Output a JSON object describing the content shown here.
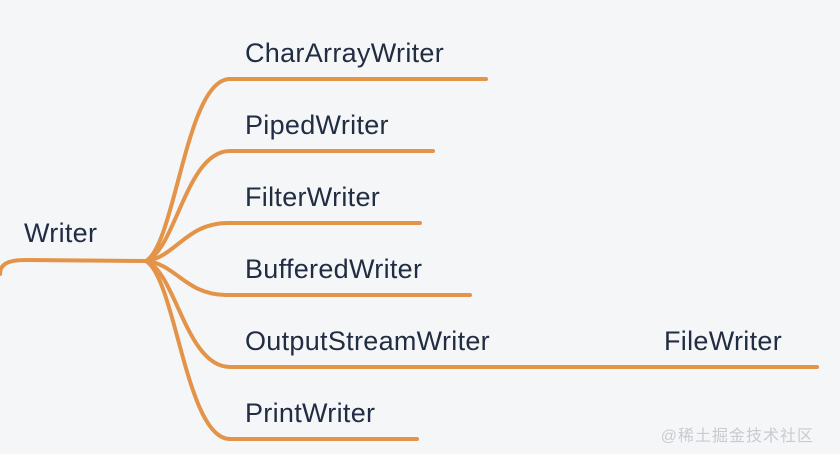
{
  "diagram": {
    "type": "mindmap",
    "topic": "Java Writer class hierarchy",
    "root": {
      "label": "Writer"
    },
    "children": [
      {
        "label": "CharArrayWriter",
        "children": []
      },
      {
        "label": "PipedWriter",
        "children": []
      },
      {
        "label": "FilterWriter",
        "children": []
      },
      {
        "label": "BufferedWriter",
        "children": []
      },
      {
        "label": "OutputStreamWriter",
        "children": [
          {
            "label": "FileWriter"
          }
        ]
      },
      {
        "label": "PrintWriter",
        "children": []
      }
    ]
  },
  "colors": {
    "branch": "#E39449",
    "text": "#212D42",
    "bg": "#F5F6F8",
    "watermark": "#C8CBD1"
  },
  "watermark": {
    "label": "@稀土掘金技术社区"
  }
}
